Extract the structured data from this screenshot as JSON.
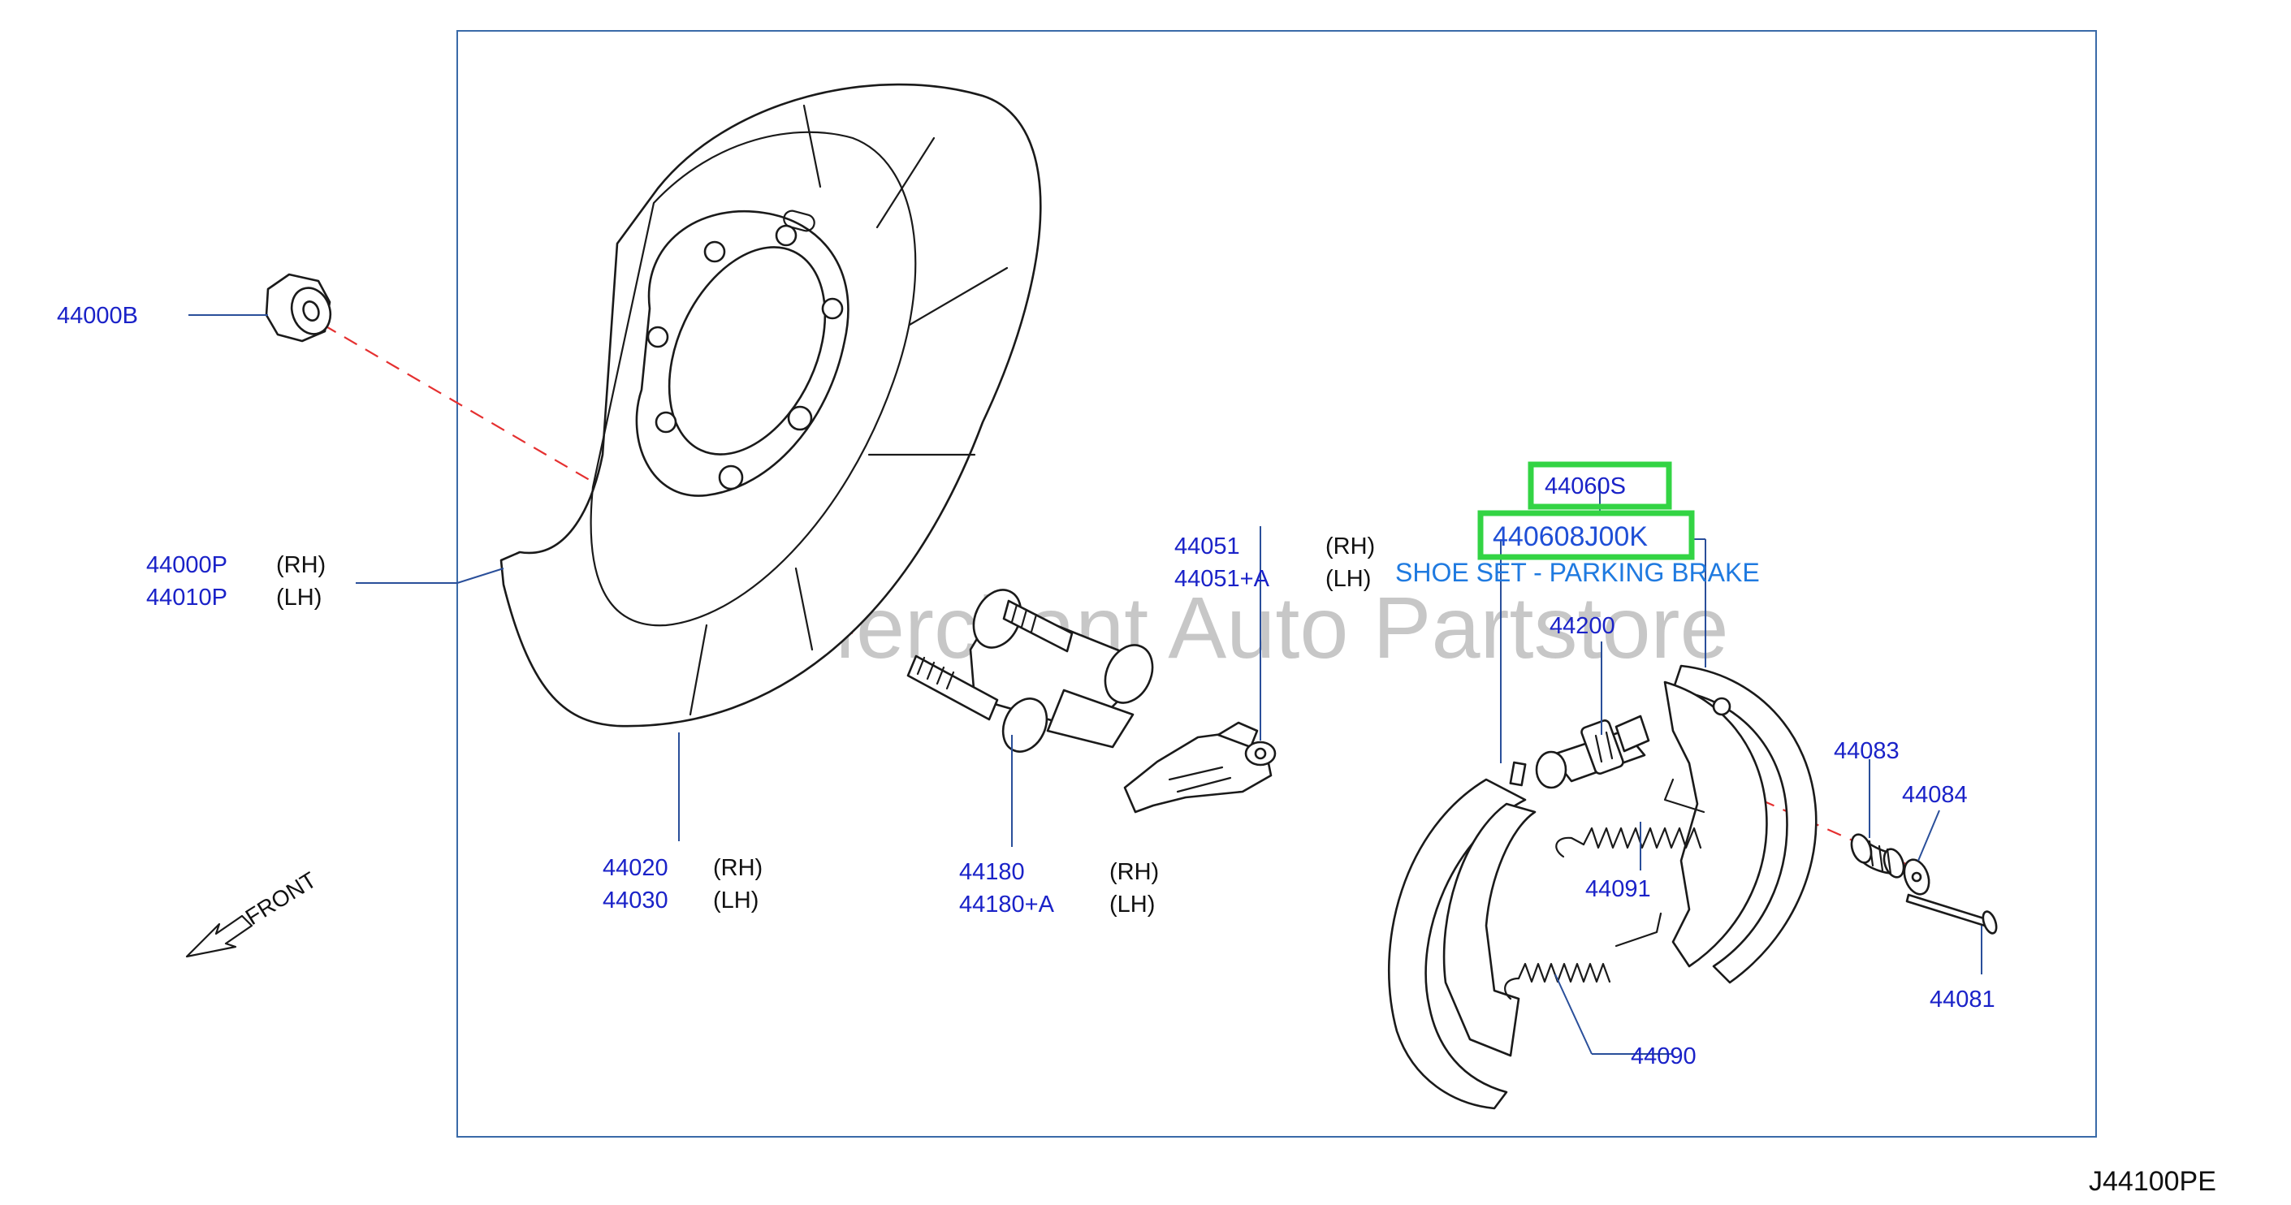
{
  "diagram_code": "J44100PE",
  "watermark": "Multi-Merchant Auto Partstore",
  "direction_label": "FRONT",
  "selected": {
    "group_code": "44060S",
    "part_number": "440608J00K",
    "description": "SHOE SET - PARKING BRAKE"
  },
  "colors": {
    "label": "#1a22c8",
    "highlight": "#33d444",
    "axis_line": "#e53030",
    "frame": "#3a6aa8"
  },
  "parts": [
    {
      "number": "44000B",
      "side": ""
    },
    {
      "number": "44000P",
      "side": "(RH)"
    },
    {
      "number": "44010P",
      "side": "(LH)"
    },
    {
      "number": "44020",
      "side": "(RH)"
    },
    {
      "number": "44030",
      "side": "(LH)"
    },
    {
      "number": "44180",
      "side": "(RH)"
    },
    {
      "number": "44180+A",
      "side": "(LH)"
    },
    {
      "number": "44051",
      "side": "(RH)"
    },
    {
      "number": "44051+A",
      "side": "(LH)"
    },
    {
      "number": "44200",
      "side": ""
    },
    {
      "number": "44091",
      "side": ""
    },
    {
      "number": "44090",
      "side": ""
    },
    {
      "number": "44083",
      "side": ""
    },
    {
      "number": "44084",
      "side": ""
    },
    {
      "number": "44081",
      "side": ""
    }
  ]
}
